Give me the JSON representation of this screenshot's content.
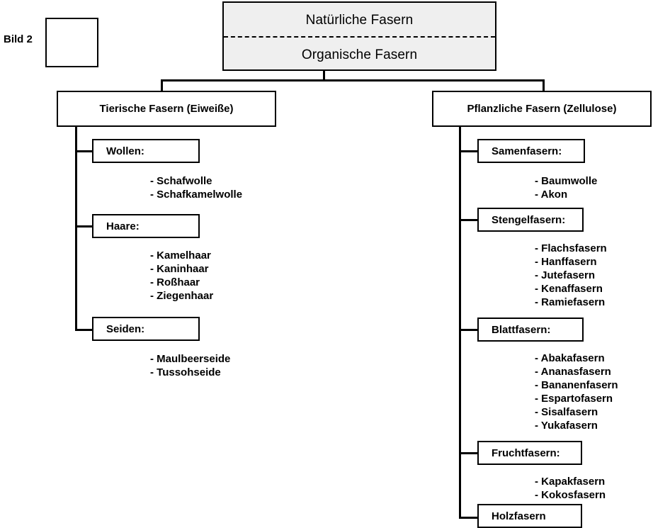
{
  "figure": {
    "caption_label": "Bild 2",
    "placeholder_box": ""
  },
  "root": {
    "title_top": "Natürliche Fasern",
    "title_bottom": "Organische Fasern",
    "fill_color": "#efefef",
    "line_color": "#000000"
  },
  "branches": [
    {
      "id": "tierische",
      "label": "Tierische Fasern (Eiweiße)",
      "categories": [
        {
          "label": "Wollen:",
          "items": [
            "- Schafwolle",
            "- Schafkamelwolle"
          ]
        },
        {
          "label": "Haare:",
          "items": [
            "- Kamelhaar",
            "- Kaninhaar",
            "- Roßhaar",
            "- Ziegenhaar"
          ]
        },
        {
          "label": "Seiden:",
          "items": [
            "- Maulbeerseide",
            "- Tussohseide"
          ]
        }
      ]
    },
    {
      "id": "pflanzliche",
      "label": "Pflanzliche Fasern (Zellulose)",
      "categories": [
        {
          "label": "Samenfasern:",
          "items": [
            "- Baumwolle",
            "- Akon"
          ]
        },
        {
          "label": "Stengelfasern:",
          "items": [
            "- Flachsfasern",
            "- Hanffasern",
            "- Jutefasern",
            "- Kenaffasern",
            "- Ramiefasern"
          ]
        },
        {
          "label": "Blattfasern:",
          "items": [
            "- Abakafasern",
            "- Ananasfasern",
            "- Bananenfasern",
            "- Espartofasern",
            "- Sisalfasern",
            "- Yukafasern"
          ]
        },
        {
          "label": "Fruchtfasern:",
          "items": [
            "- Kapakfasern",
            "- Kokosfasern"
          ]
        },
        {
          "label": "Holzfasern",
          "items": []
        }
      ]
    }
  ]
}
